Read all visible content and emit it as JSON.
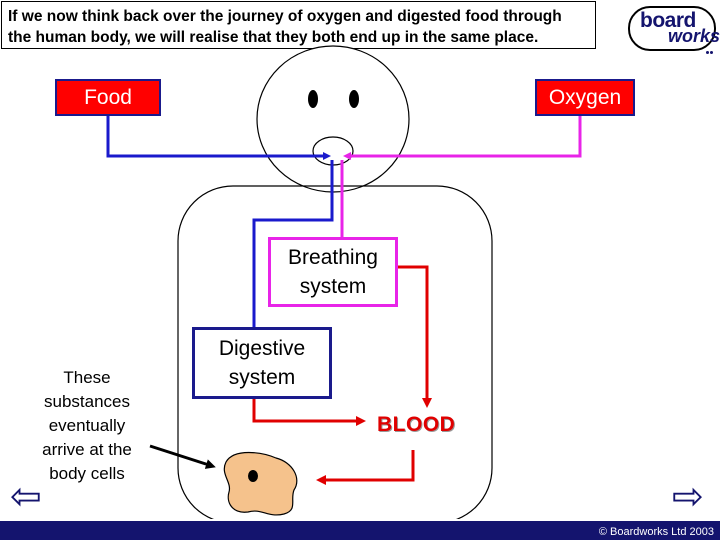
{
  "header": {
    "line1": "If we now think back over the journey of oxygen and digested food through",
    "line2": "the human body, we will realise that they both end up in the same place."
  },
  "logo": {
    "word1": "board",
    "word2": "works"
  },
  "diagram": {
    "food_label": "Food",
    "oxygen_label": "Oxygen",
    "breathing_line1": "Breathing",
    "breathing_line2": "system",
    "digestive_line1": "Digestive",
    "digestive_line2": "system",
    "blood_label": "BLOOD",
    "info_lines": [
      "These",
      "substances",
      "eventually",
      "arrive at the",
      "body cells"
    ]
  },
  "colors": {
    "food_path": "#1a1acc",
    "oxygen_path": "#e824e8",
    "blood_path": "#e00000",
    "label_red": "#ff0000",
    "navy": "#14146e",
    "cell_fill": "#f5c28c"
  },
  "icons": {
    "back": "back-arrow-icon",
    "forward": "forward-arrow-icon"
  },
  "footer": {
    "copyright": "© Boardworks Ltd 2003"
  }
}
